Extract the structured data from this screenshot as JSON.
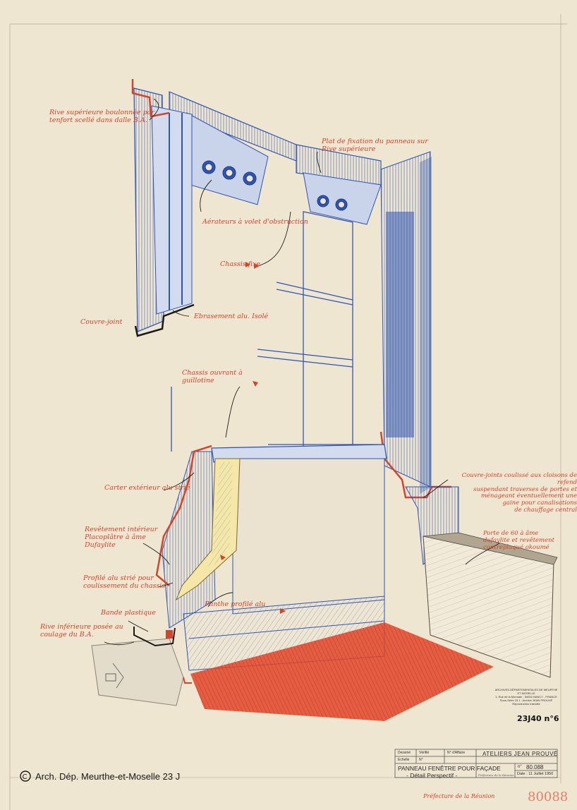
{
  "annotations": {
    "rive_superieure": "Rive supérieure boulonnée par\ntenfort scellé dans dalle B.A.",
    "plat_fixation": "Plat de fixation du panneau sur\nRive supérieure",
    "aerateurs": "Aérateurs à volet d'obstruction",
    "chassis_fixe": "Chassis fixe",
    "couvre_joint": "Couvre-joint",
    "ebrasement": "Ebrasement alu. Isolé",
    "chassis_ouvrant": "Chassis ouvrant à\nguillotine",
    "carter": "Carter extérieur alu strié",
    "couvre_joints_coulisse": "Couvre-joints coulissé aux cloisons de refend\nsuspendant traverses de portes et\nménageant éventuellement une\ngaine pour canalisations\nde chauffage central",
    "revetement": "Revêtement intérieur\nPlacoplâtre à âme\nDufaylite",
    "porte": "Porte de 60 à âme\ndufaylite et revêtement\ncontreplaqué okoumé",
    "profile_strie": "Profilé alu strié pour\ncoulissement du chassis",
    "plinthe": "Plinthe profilé alu",
    "bande": "Bande plastique",
    "rive_inferieure": "Rive inférieure posée au\ncoulage du B.A."
  },
  "archive_stamp": [
    "ARCHIVES DÉPARTEMENTALES DE MEURTHE ET MOSELLE",
    "1, Rue de la Monnaie - 54052 NANCY - FRANCE",
    "Sous-Série 23 J - Archive JEAN PROUVÉ",
    "Reproduction Interdite"
  ],
  "archive_number": "23J40 n°6",
  "title_block": {
    "row1": [
      "Dessiné",
      "Vérifié",
      "N° d'Affaire",
      "ATELIERS JEAN PROUVÉ"
    ],
    "row2": [
      "Echelle",
      "N°",
      ""
    ],
    "title_line1": "Panneau fenêtre pour façade",
    "title_line2": "- Détail Perspectif -",
    "drawing_no_label": "n°",
    "drawing_no": "80.088",
    "date": "Date : 11 Juillet 1950",
    "note": "Préfecture de la Réunion"
  },
  "bottom_handwriting": "Préfecture de la Réunion",
  "bottom_number": "80088",
  "credit": "Arch. Dép. Meurthe-et-Moselle 23 J",
  "colors": {
    "paper": "#efe6d2",
    "blueprint_blue": "#2f56b5",
    "annotation_red": "#d2442c",
    "floor_red": "#e2452b"
  }
}
